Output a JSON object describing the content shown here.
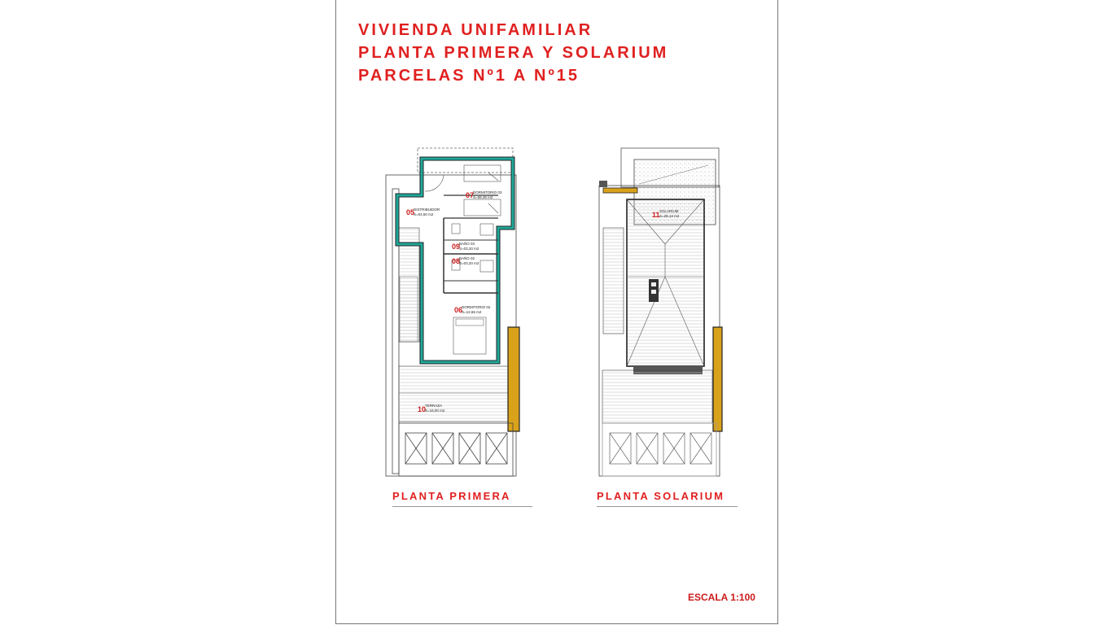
{
  "title": {
    "line1": "VIVIENDA UNIFAMILIAR",
    "line2": "PLANTA PRIMERA Y SOLARIUM",
    "line3": "PARCELAS Nº1 A Nº15"
  },
  "plans": {
    "primera": {
      "label": "PLANTA PRIMERA",
      "rooms": [
        {
          "num": "05",
          "name": "DISTRIBUIDOR",
          "area": "S=04,50 m2"
        },
        {
          "num": "07",
          "name": "DORMITORIO 03",
          "area": "S=08,45 m2"
        },
        {
          "num": "09",
          "name": "BAÑO 03",
          "area": "S=03,20 m2"
        },
        {
          "num": "08",
          "name": "BAÑO 02",
          "area": "S=03,20 m2"
        },
        {
          "num": "06",
          "name": "DORMITORIO 02",
          "area": "S=12,65 m2"
        },
        {
          "num": "10",
          "name": "TERRAZA",
          "area": "S=18,00 m2"
        }
      ]
    },
    "solarium": {
      "label": "PLANTA SOLARIUM",
      "rooms": [
        {
          "num": "11",
          "name": "SOLARIUM",
          "area": "S=28,13 m2"
        }
      ]
    }
  },
  "scale": "ESCALA 1:100",
  "colors": {
    "title_red": "#e02020",
    "wall_teal": "#1fa89a",
    "column_ochre": "#d9a21b"
  }
}
